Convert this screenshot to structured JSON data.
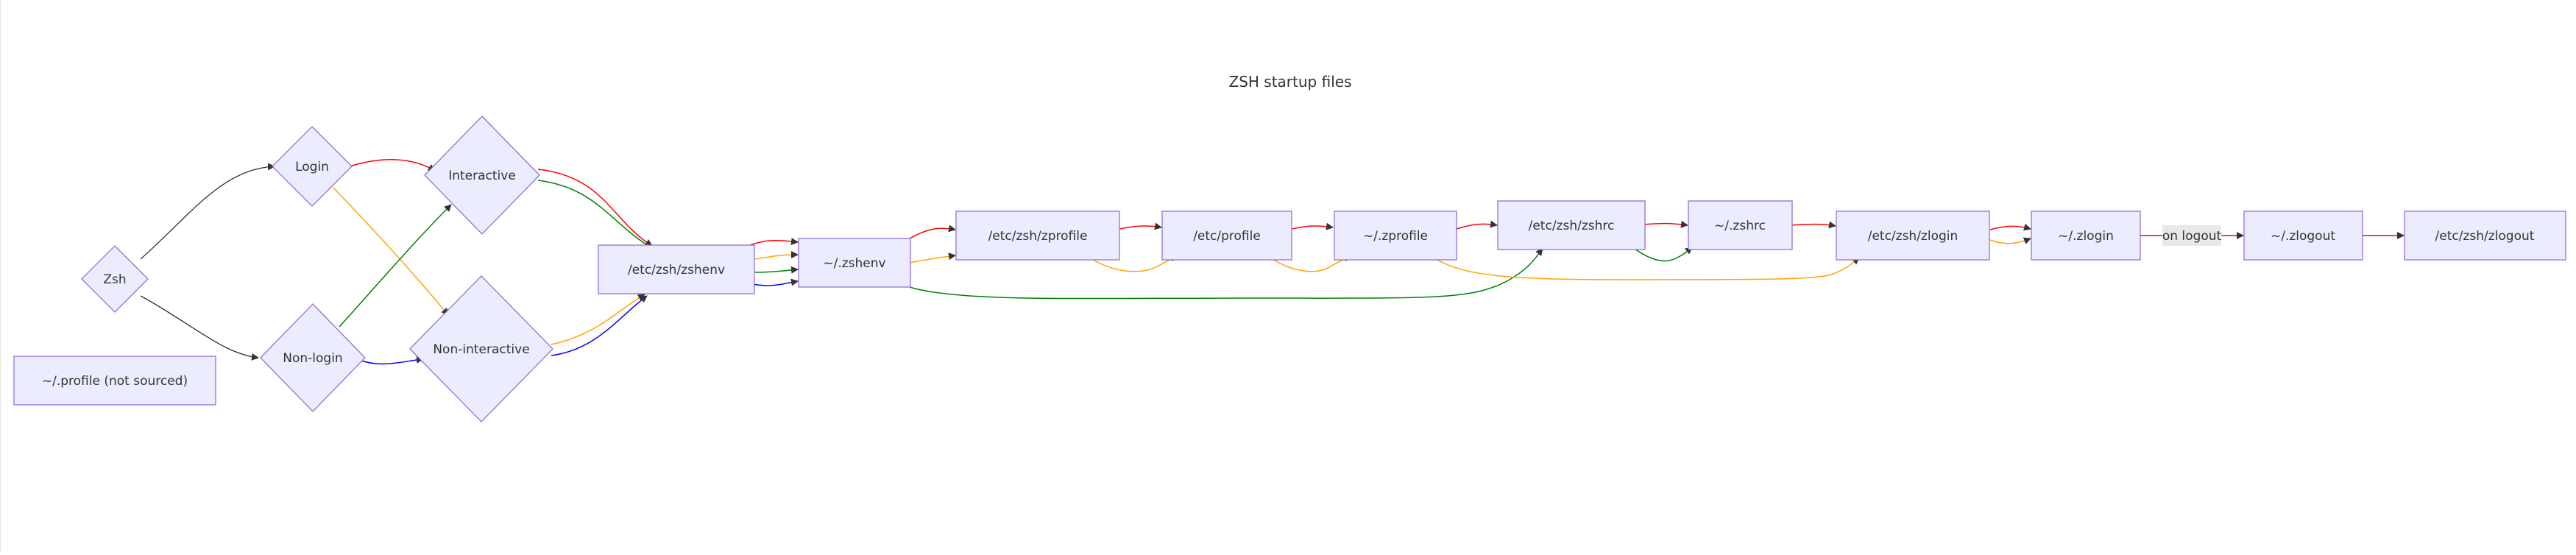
{
  "title": "ZSH startup files",
  "colors": {
    "node_fill": "#ECECFF",
    "node_stroke": "#9370DB",
    "text": "#333333",
    "edge_default": "#333333",
    "edge_red": "#FF0000",
    "edge_orange": "#FFA500",
    "edge_green": "#008000",
    "edge_blue": "#0000FF",
    "edge_label_bg": "#E8E8E8"
  },
  "nodes": {
    "zsh": "Zsh",
    "login": "Login",
    "nonlogin": "Non-login",
    "interactive": "Interactive",
    "noninteractive": "Non-interactive",
    "profile_not_sourced": "~/.profile (not sourced)",
    "etc_zshenv": "/etc/zsh/zshenv",
    "zshenv": "~/.zshenv",
    "etc_zprofile": "/etc/zsh/zprofile",
    "etc_profile": "/etc/profile",
    "zprofile": "~/.zprofile",
    "etc_zshrc": "/etc/zsh/zshrc",
    "zshrc": "~/.zshrc",
    "etc_zlogin": "/etc/zsh/zlogin",
    "zlogin": "~/.zlogin",
    "zlogout": "~/.zlogout",
    "etc_zlogout": "/etc/zsh/zlogout"
  },
  "edge_labels": {
    "on_logout": "on logout"
  }
}
